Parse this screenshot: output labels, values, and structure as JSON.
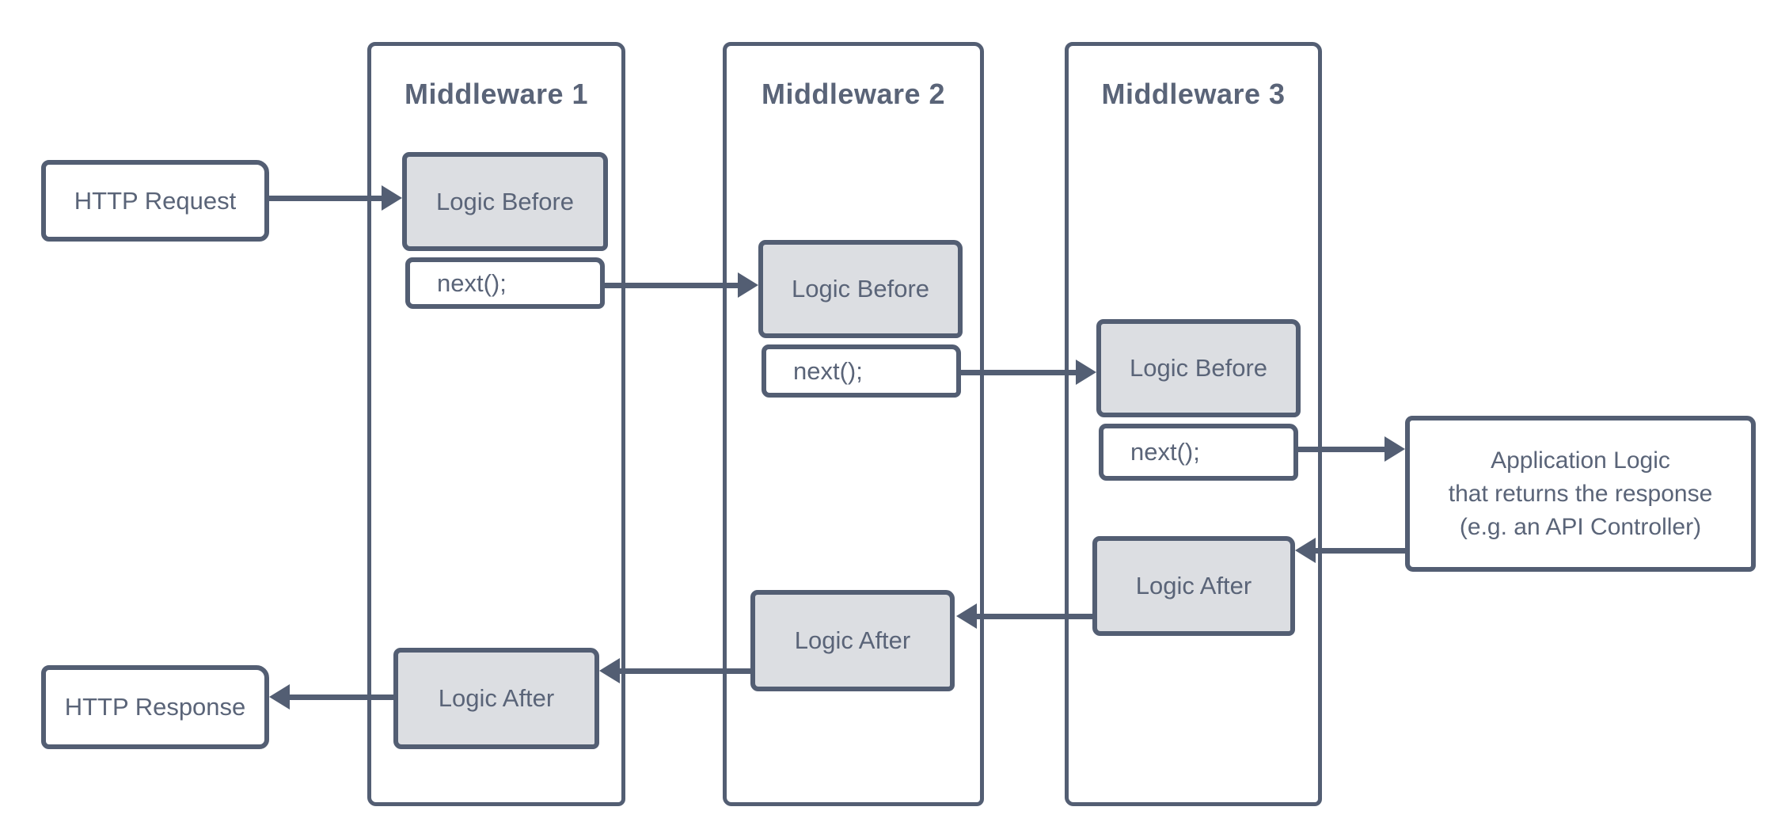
{
  "diagram": {
    "middlewares": [
      {
        "title": "Middleware 1"
      },
      {
        "title": "Middleware 2"
      },
      {
        "title": "Middleware 3"
      }
    ],
    "labels": {
      "http_request": "HTTP Request",
      "http_response": "HTTP Response",
      "logic_before": "Logic Before",
      "logic_after": "Logic After",
      "next_call": "next();",
      "app_logic": [
        "Application Logic",
        "that returns the response",
        "(e.g. an API Controller)"
      ]
    },
    "edges": [
      {
        "from": "http-request",
        "to": "middleware-1-logic-before"
      },
      {
        "from": "middleware-1-next-call",
        "to": "middleware-2-logic-before"
      },
      {
        "from": "middleware-2-next-call",
        "to": "middleware-3-logic-before"
      },
      {
        "from": "middleware-3-next-call",
        "to": "application-logic"
      },
      {
        "from": "application-logic",
        "to": "middleware-3-logic-after"
      },
      {
        "from": "middleware-3-logic-after",
        "to": "middleware-2-logic-after"
      },
      {
        "from": "middleware-2-logic-after",
        "to": "middleware-1-logic-after"
      },
      {
        "from": "middleware-1-logic-after",
        "to": "http-response"
      }
    ],
    "colors": {
      "stroke": "#535e73",
      "text": "#5a6478",
      "box_fill": "#dcdee2",
      "background": "#ffffff"
    }
  }
}
